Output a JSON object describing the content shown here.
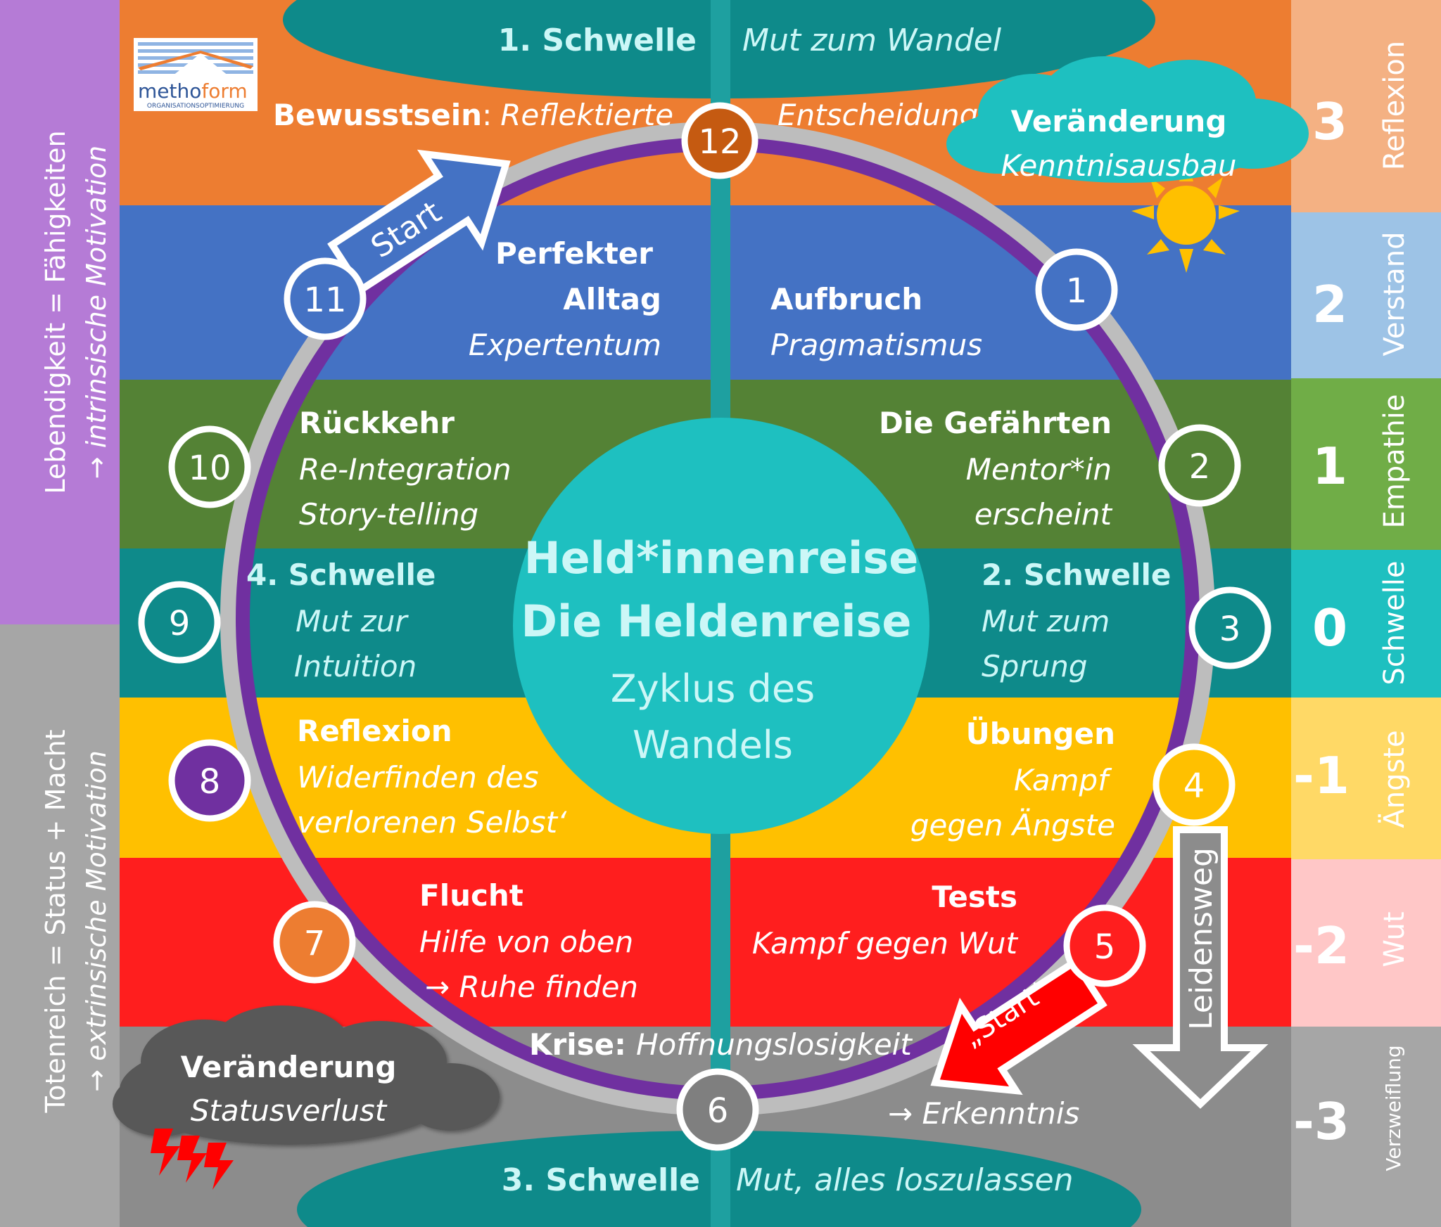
{
  "colors": {
    "orange": "#ED7D31",
    "blue": "#4472C4",
    "green": "#548235",
    "teal": "#0E8A8A",
    "yellow": "#FFC000",
    "red": "#FF1E1E",
    "gray": "#8C8C8C",
    "purple_ring": "#7030A0",
    "center_circle": "#1EC0C0"
  },
  "logo": {
    "brand_a": "metho",
    "brand_b": "form",
    "subtitle": "ORGANISATIONSOPTIMIERUNG"
  },
  "center": {
    "title1": "Held*innenreise",
    "title2": "Die Heldenreise",
    "sub1": "Zyklus des",
    "sub2": "Wandels"
  },
  "thresholds": {
    "t1_label": "1. Schwelle",
    "t1_text": "Mut zum Wandel",
    "t3_label": "3. Schwelle",
    "t3_text": "Mut, alles loszulassen"
  },
  "top_line": {
    "label": "Bewusstsein",
    "sep": ":",
    "text_left": "Reflektierte",
    "text_right": "Entscheidung"
  },
  "stages": [
    {
      "n": "1",
      "title": "Aufbruch",
      "sub1": "Pragmatismus"
    },
    {
      "n": "2",
      "title": "Die Gefährten",
      "sub1": "Mentor*in",
      "sub2": "erscheint"
    },
    {
      "n": "3",
      "title": "2. Schwelle",
      "sub1": "Mut zum",
      "sub2": "Sprung"
    },
    {
      "n": "4",
      "title": "Übungen",
      "sub1": "Kampf",
      "sub2": "gegen Ängste"
    },
    {
      "n": "5",
      "title": "Tests",
      "sub1": "Kampf gegen Wut"
    },
    {
      "n": "6",
      "title": "Krise:",
      "sub1": "Hoffnungslosigkeit",
      "sub2": "→ Erkenntnis"
    },
    {
      "n": "7",
      "title": "Flucht",
      "sub1": "Hilfe von oben",
      "sub2": "→ Ruhe finden"
    },
    {
      "n": "8",
      "title": "Reflexion",
      "sub1": "Widerfinden des",
      "sub2": "verlorenen Selbst‘"
    },
    {
      "n": "9",
      "title": "4. Schwelle",
      "sub1": "Mut zur",
      "sub2": "Intuition"
    },
    {
      "n": "10",
      "title": "Rückkehr",
      "sub1": "Re-Integration",
      "sub2": "Story-telling"
    },
    {
      "n": "11",
      "title1": "Perfekter",
      "title2": "Alltag",
      "sub1": "Expertentum"
    },
    {
      "n": "12"
    }
  ],
  "arrows": {
    "start": "Start",
    "start_quoted": "„Start‘",
    "leidensweg": "Leidensweg"
  },
  "clouds": {
    "top_title": "Veränderung",
    "top_sub": "Kenntnisausbau",
    "bottom_title": "Veränderung",
    "bottom_sub": "Statusverlust"
  },
  "left_side": {
    "top_line1": "Lebendigkeit = Fähigkeiten",
    "top_line2": "→ intrinsische Motivation",
    "bottom_line1": "Totenreich = Status + Macht",
    "bottom_line2": "→ extrinsische Motivation"
  },
  "scale": [
    {
      "value": "3",
      "label": "Reflexion"
    },
    {
      "value": "2",
      "label": "Verstand"
    },
    {
      "value": "1",
      "label": "Empathie"
    },
    {
      "value": "0",
      "label": "Schwelle"
    },
    {
      "value": "-1",
      "label": "Ängste"
    },
    {
      "value": "-2",
      "label": "Wut"
    },
    {
      "value": "-3",
      "label": "Verzweiflung"
    }
  ]
}
